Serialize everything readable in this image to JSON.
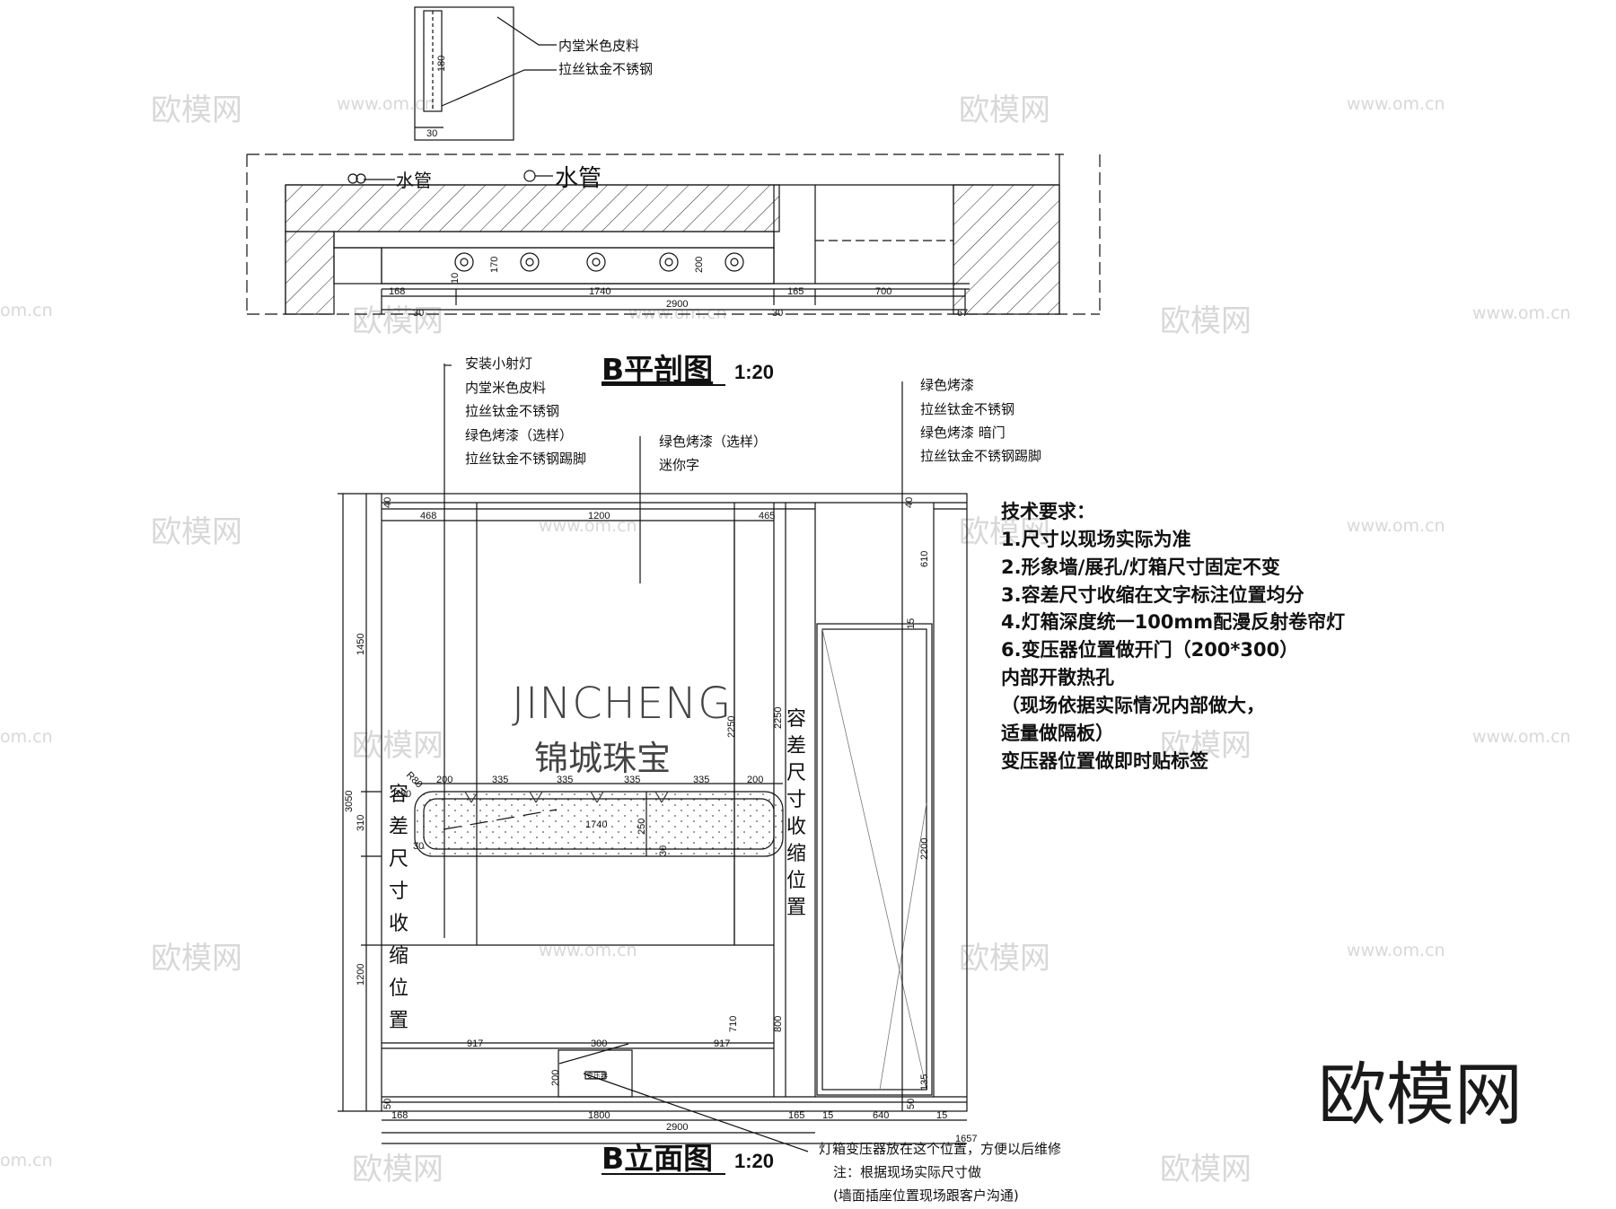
{
  "plan": {
    "title": "B平剖图",
    "scale": "1:20",
    "callouts_top": [
      "内堂米色皮料",
      "拉丝钛金不锈钢"
    ],
    "water_pipe_small": "水管",
    "water_pipe_large": "水管",
    "dims": {
      "top_180": "180",
      "top_30": "30",
      "v_10": "10",
      "v_170": "170",
      "v_200": "200",
      "row1": [
        "168",
        "1740",
        "165",
        "700"
      ],
      "row2": [
        "2900"
      ],
      "row3": [
        "30",
        "30",
        "67"
      ]
    }
  },
  "elevation": {
    "title": "B立面图",
    "scale": "1:20",
    "callouts_left": [
      "安装小射灯",
      "内堂米色皮料",
      "拉丝钛金不锈钢",
      "绿色烤漆（选样）",
      "拉丝钛金不锈钢踢脚"
    ],
    "callouts_center": [
      "绿色烤漆（选样）",
      "迷你字"
    ],
    "callouts_right": [
      "绿色烤漆",
      "拉丝钛金不锈钢",
      "绿色烤漆 暗门",
      "拉丝钛金不锈钢踢脚"
    ],
    "brand_en": "JINCHENG",
    "brand_cn": "锦城珠宝",
    "tolerance_text": "容差尺寸收缩位置",
    "box_label": "变压器",
    "bottom_notes": [
      "灯箱变压器放在这个位置，方便以后维修",
      "注：根据现场实际尺寸做",
      "(墙面插座位置现场跟客户沟通)"
    ],
    "dims": {
      "top": [
        "40",
        "468",
        "1200",
        "465",
        "40"
      ],
      "left": [
        "3050",
        "1450",
        "310",
        "1200"
      ],
      "radius": [
        "R80",
        "R50"
      ],
      "lightbox": [
        "200",
        "335",
        "335",
        "335",
        "335",
        "200"
      ],
      "lightbox_len": "1740",
      "lightbox_h": "250",
      "lb_side": "30",
      "lb_side2": "30",
      "v2250a": "2250",
      "v2250b": "2250",
      "v610": "610",
      "v15": "15",
      "v2200": "2200",
      "v710": "710",
      "v800": "800",
      "v135": "135",
      "v50a": "50",
      "v50b": "50",
      "lower": [
        "917",
        "300",
        "917"
      ],
      "v200": "200",
      "bottom1": [
        "168",
        "1800",
        "165",
        "15",
        "640",
        "15"
      ],
      "bottom2": "2900",
      "bottom3": "1657"
    }
  },
  "requirements": {
    "title": "技术要求：",
    "lines": [
      "1.尺寸以现场实际为准",
      "2.形象墙/展孔/灯箱尺寸固定不变",
      "3.容差尺寸收缩在文字标注位置均分",
      "4.灯箱深度统一100mm配漫反射卷帘灯",
      "6.变压器位置做开门（200*300）",
      "内部开散热孔",
      "（现场依据实际情况内部做大，",
      "适量做隔板）",
      "变压器位置做即时贴标签"
    ]
  },
  "watermark": {
    "cn": "欧模网",
    "url": "www.om.cn",
    "url_short": "om.cn",
    "brand": "欧模网"
  }
}
